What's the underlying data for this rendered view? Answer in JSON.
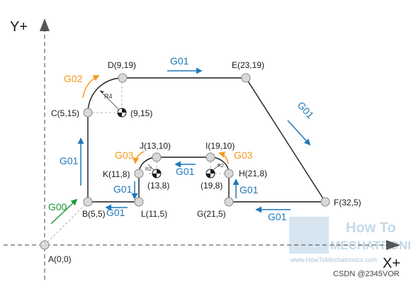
{
  "axes": {
    "y_label": "Y+",
    "x_label": "X+"
  },
  "points": {
    "A": "A(0,0)",
    "B": "B(5,5)",
    "C": "C(5,15)",
    "D": "D(9,19)",
    "E": "E(23,19)",
    "F": "F(32,5)",
    "G": "G(21,5)",
    "H": "H(21,8)",
    "I": "I(19,10)",
    "J": "J(13,10)",
    "K": "K(11,8)",
    "L": "L(11,5)"
  },
  "centers": {
    "c1": "(9,15)",
    "c2": "(13,8)",
    "c3": "(19,8)"
  },
  "radii": {
    "r4": "R4",
    "r2a": "R2",
    "r2b": "R2"
  },
  "codes": {
    "g00": "G00",
    "g01_bc": "G01",
    "g02": "G02",
    "g01_de": "G01",
    "g01_ef": "G01",
    "g01_fg": "G01",
    "g01_gh": "G01",
    "g03_hi": "G03",
    "g01_ij": "G01",
    "g03_jk": "G03",
    "g01_kl": "G01",
    "g01_lb": "G01"
  },
  "colors": {
    "blue": "#1e78b8",
    "orange": "#f39a1e",
    "green": "#1f9a3a"
  },
  "watermark": {
    "line1": "How To",
    "line2": "MECHATRONICS",
    "url": "www.HowToMechatronics.com"
  },
  "credit": "CSDN @2345VOR"
}
